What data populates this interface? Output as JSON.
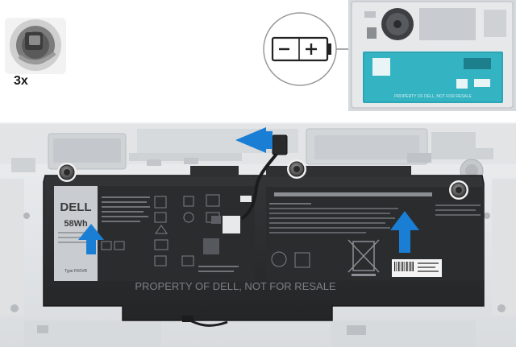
{
  "callout": {
    "screw_count": "3x"
  },
  "battery": {
    "brand": "DELL",
    "capacity_label": "58Wh",
    "type_label": "Type FK0VR",
    "ownership_notice": "PROPERTY OF DELL, NOT FOR RESALE",
    "thumbnail_notice": "PROPERTY OF DELL, NOT FOR RESALE"
  },
  "icons": {
    "battery_symbol": "battery-minus-plus-icon",
    "screw": "captive-screw-icon",
    "lift_arrow": "lift-up-arrow-icon",
    "cable_arrow": "disconnect-arrow-icon"
  },
  "colors": {
    "arrow_blue": "#1a7fd4",
    "battery_black": "#2b2b2b",
    "chassis_gray": "#e3e5e7",
    "thumbnail_battery_teal": "#2aa6b6"
  }
}
